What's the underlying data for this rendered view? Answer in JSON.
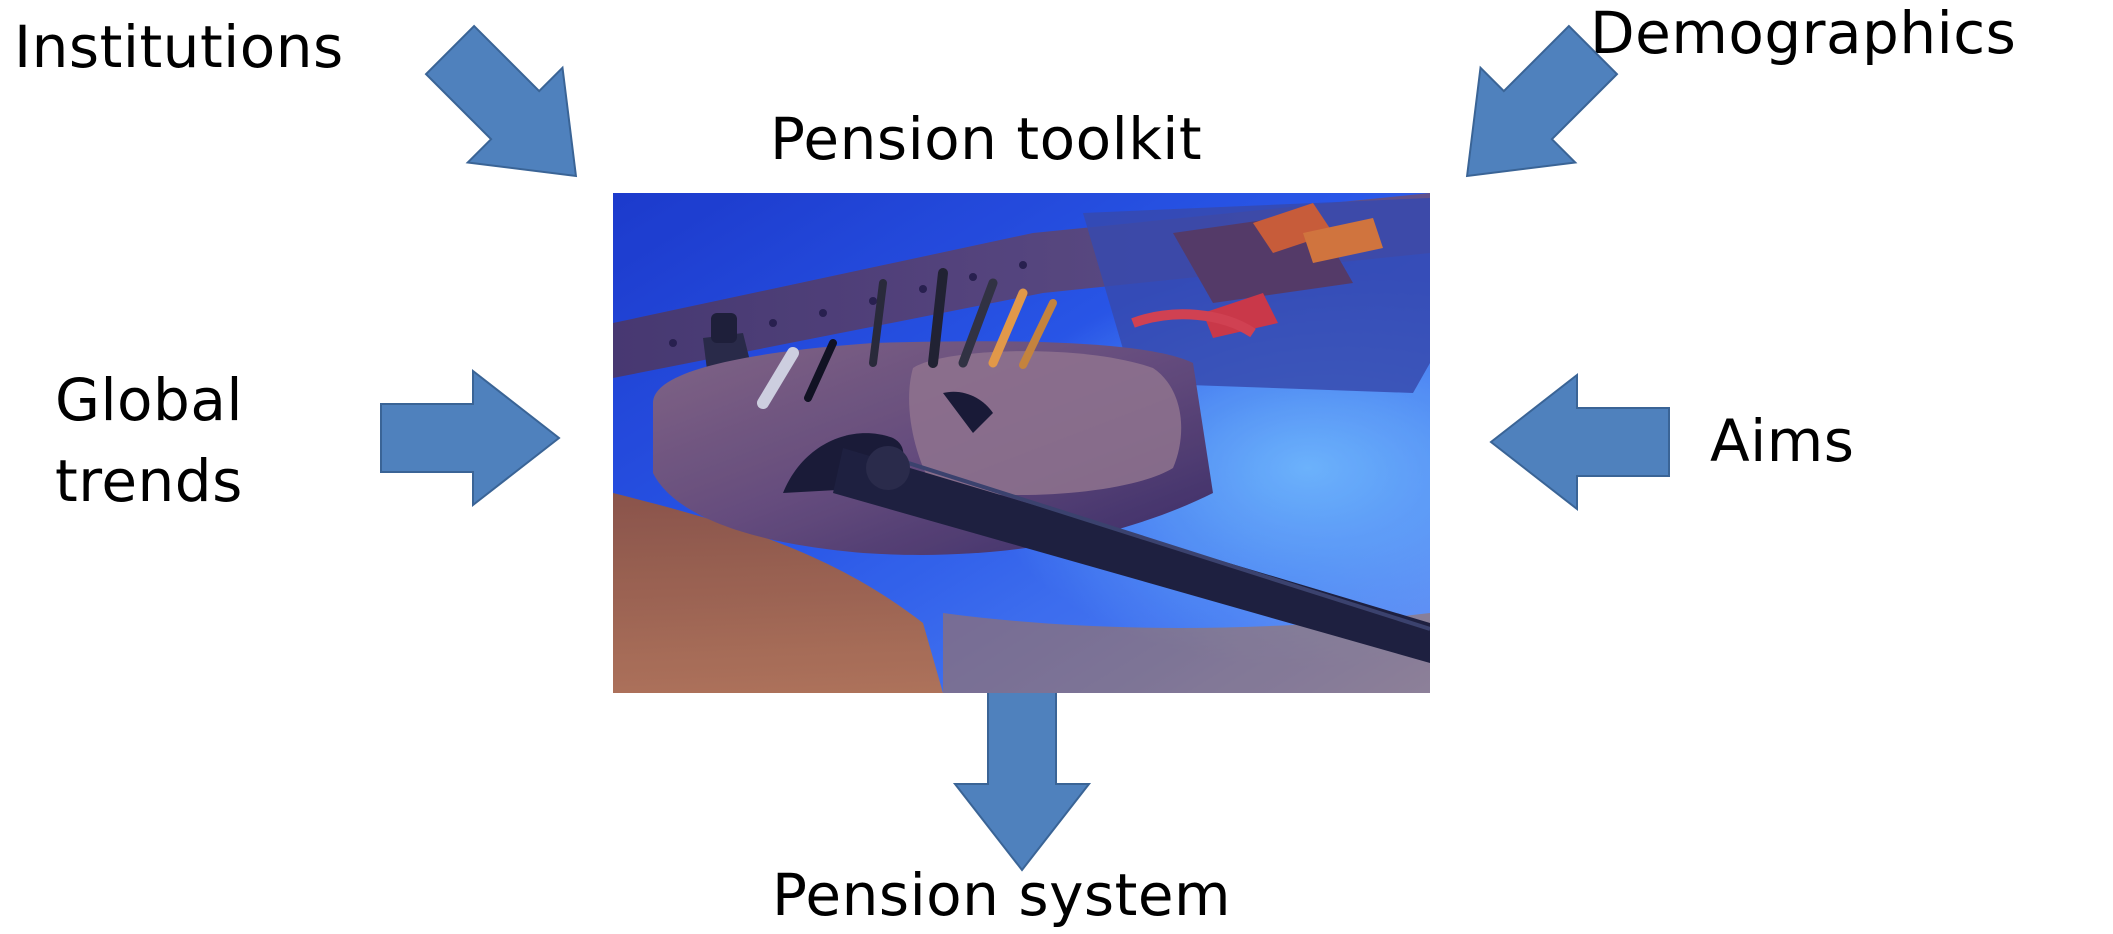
{
  "diagram": {
    "center_title": "Pension toolkit",
    "inputs": {
      "institutions": "Institutions",
      "demographics": "Demographics",
      "global_trends_line1": "Global",
      "global_trends_line2": "trends",
      "aims": "Aims"
    },
    "output": "Pension system",
    "image_subject": "tool belt with hammer and tools",
    "colors": {
      "arrow_fill": "#4F81BD",
      "arrow_stroke": "#3A6496"
    }
  }
}
